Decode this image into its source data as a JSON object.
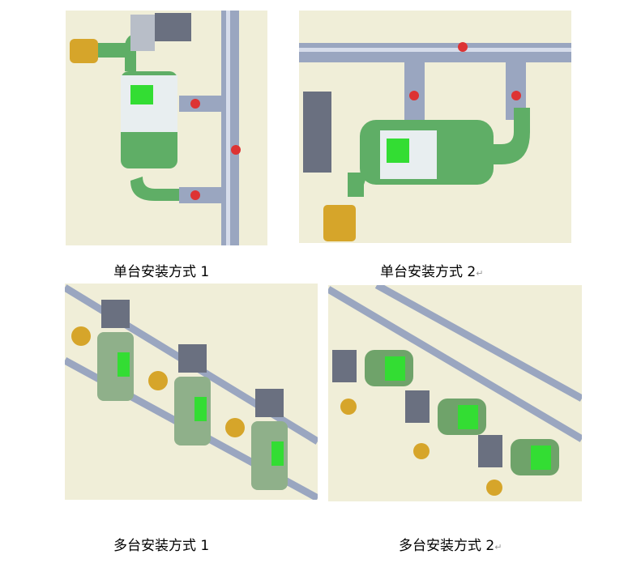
{
  "figures": [
    {
      "caption": "单台安装方式 1",
      "return_mark": ""
    },
    {
      "caption": "单台安装方式 2",
      "return_mark": "↵"
    },
    {
      "caption": "多台安装方式 1",
      "return_mark": ""
    },
    {
      "caption": "多台安装方式 2",
      "return_mark": "↵"
    }
  ],
  "colors": {
    "background": "#f0eed8",
    "filter_body": "#5fae66",
    "pipe": "#9aa6c0",
    "valve": "#d6a52a",
    "screen": "#33dd33"
  }
}
